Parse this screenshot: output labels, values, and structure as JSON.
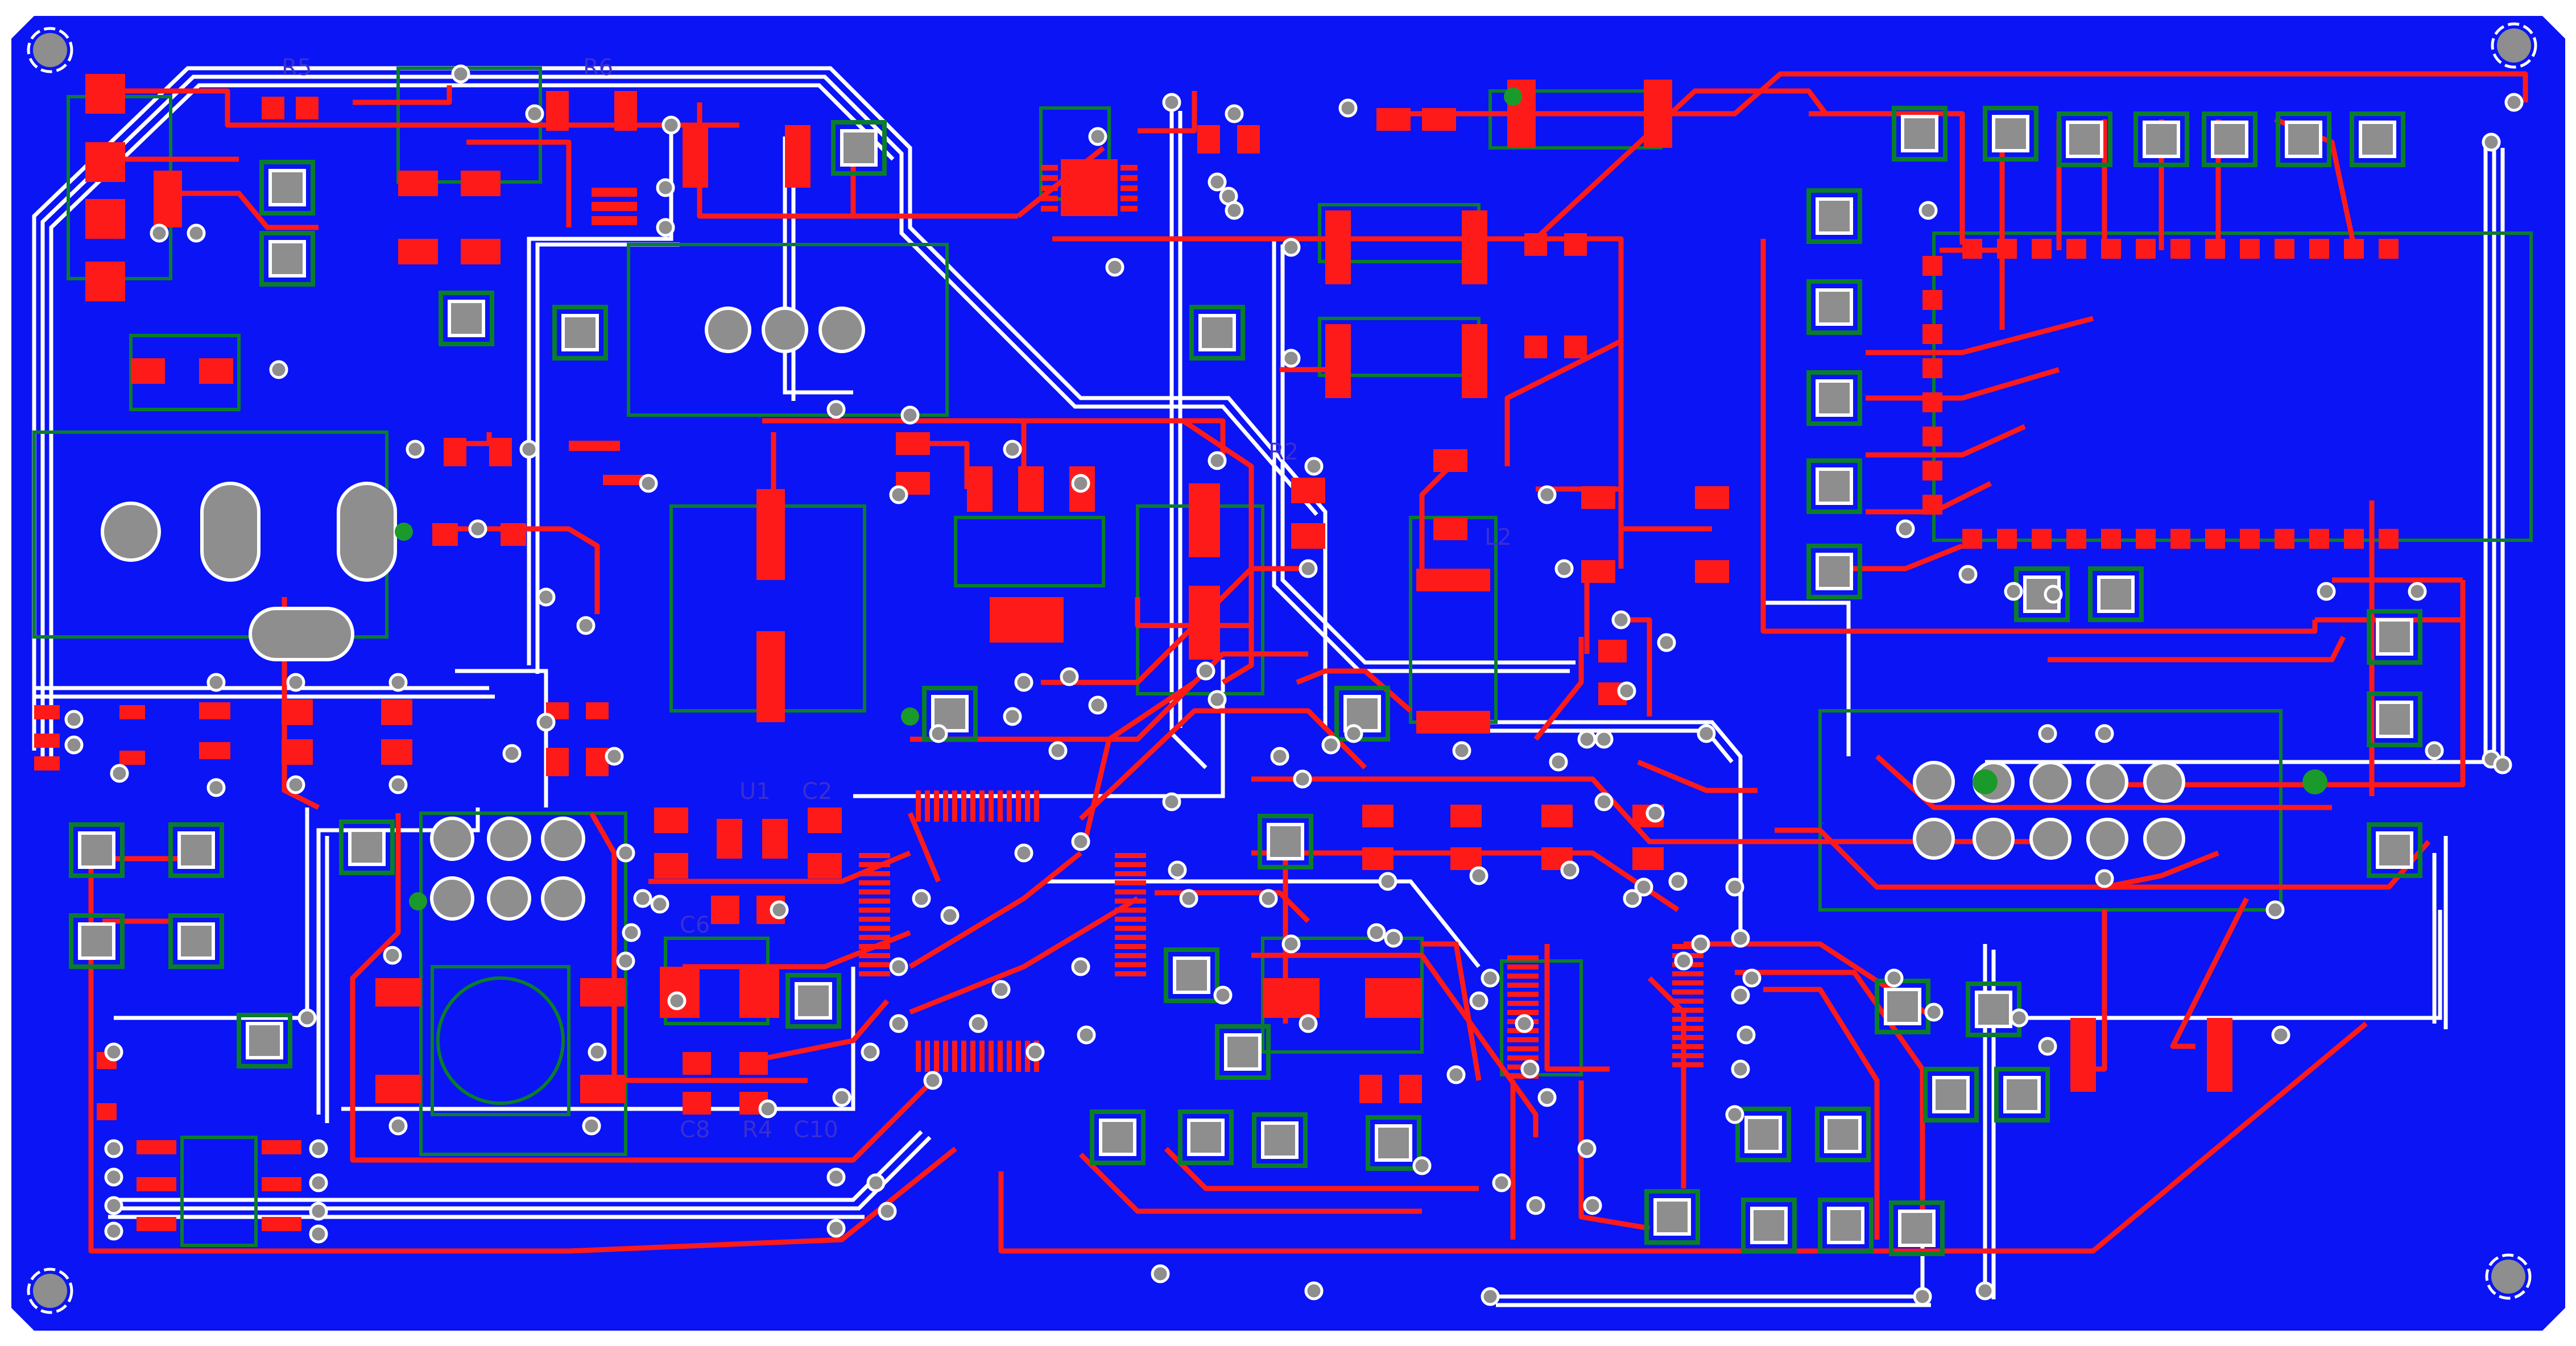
{
  "colors": {
    "board": "#0a14f5",
    "copper_top": "#ff1a1a",
    "trace": "#ff1a1a",
    "silk": "#0a7d2a",
    "pad_hole": "#8e8e8e",
    "pad_ring": "#ffffff",
    "background_trace": "#ffffff"
  },
  "labels": {
    "r_top_a": "R5",
    "r_top_b": "R6",
    "c_label": "C6",
    "mid_label_a": "U1",
    "mid_label_b": "C2",
    "bottom_label_a": "C8",
    "bottom_label_b": "R4",
    "bottom_label_c": "C10",
    "right_mid": "R2",
    "sensor_label": "L2"
  },
  "icons": {
    "mount_hole": "circle-icon",
    "via": "via-icon"
  }
}
